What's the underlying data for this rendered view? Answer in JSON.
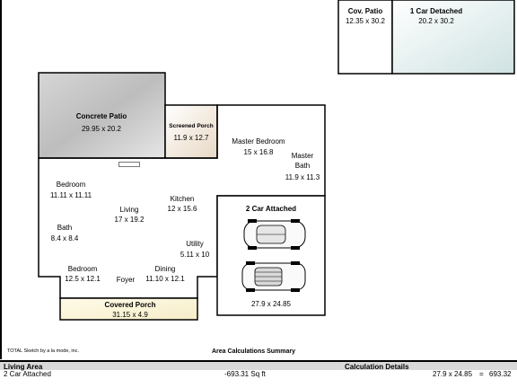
{
  "detached": {
    "cov_patio": {
      "name": "Cov. Patio",
      "dims": "12.35 x 30.2"
    },
    "car_detached": {
      "name": "1 Car Detached",
      "dims": "20.2 x 30.2"
    }
  },
  "rooms": {
    "concrete_patio": {
      "name": "Concrete Patio",
      "dims": "29.95 x 20.2"
    },
    "screened_porch": {
      "name": "Screened Porch",
      "dims": "11.9 x 12.7"
    },
    "master_bedroom": {
      "name": "Master Bedroom",
      "dims": "15 x 16.8"
    },
    "master_bath": {
      "name1": "Master",
      "name2": "Bath",
      "dims": "11.9 x 11.3"
    },
    "bedroom1": {
      "name": "Bedroom",
      "dims": "11.11 x 11.11"
    },
    "living": {
      "name": "Living",
      "dims": "17 x 19.2"
    },
    "kitchen": {
      "name": "Kitchen",
      "dims": "12 x 15.6"
    },
    "bath": {
      "name": "Bath",
      "dims": "8.4 x 8.4"
    },
    "utility": {
      "name": "Utility",
      "dims": "5.11 x 10"
    },
    "bedroom2": {
      "name": "Bedroom",
      "dims": "12.5 x 12.1"
    },
    "foyer": {
      "name": "Foyer"
    },
    "dining": {
      "name": "Dining",
      "dims": "11.10 x 12.1"
    },
    "covered_porch": {
      "name": "Covered Porch",
      "dims": "31.15 x 4.9"
    },
    "garage": {
      "name": "2 Car Attached",
      "dims": "27.9 x 24.85"
    }
  },
  "footer": {
    "credit": "TOTAL Sketch by a la mode, inc.",
    "summary_title": "Area Calculations Summary"
  },
  "summary": {
    "header_left": "Living Area",
    "header_right": "Calculation Details",
    "row": {
      "name": "2 Car Attached",
      "area": "-693.31 Sq ft",
      "calc": "27.9 x 24.85",
      "equals": "=",
      "result": "693.32"
    }
  }
}
